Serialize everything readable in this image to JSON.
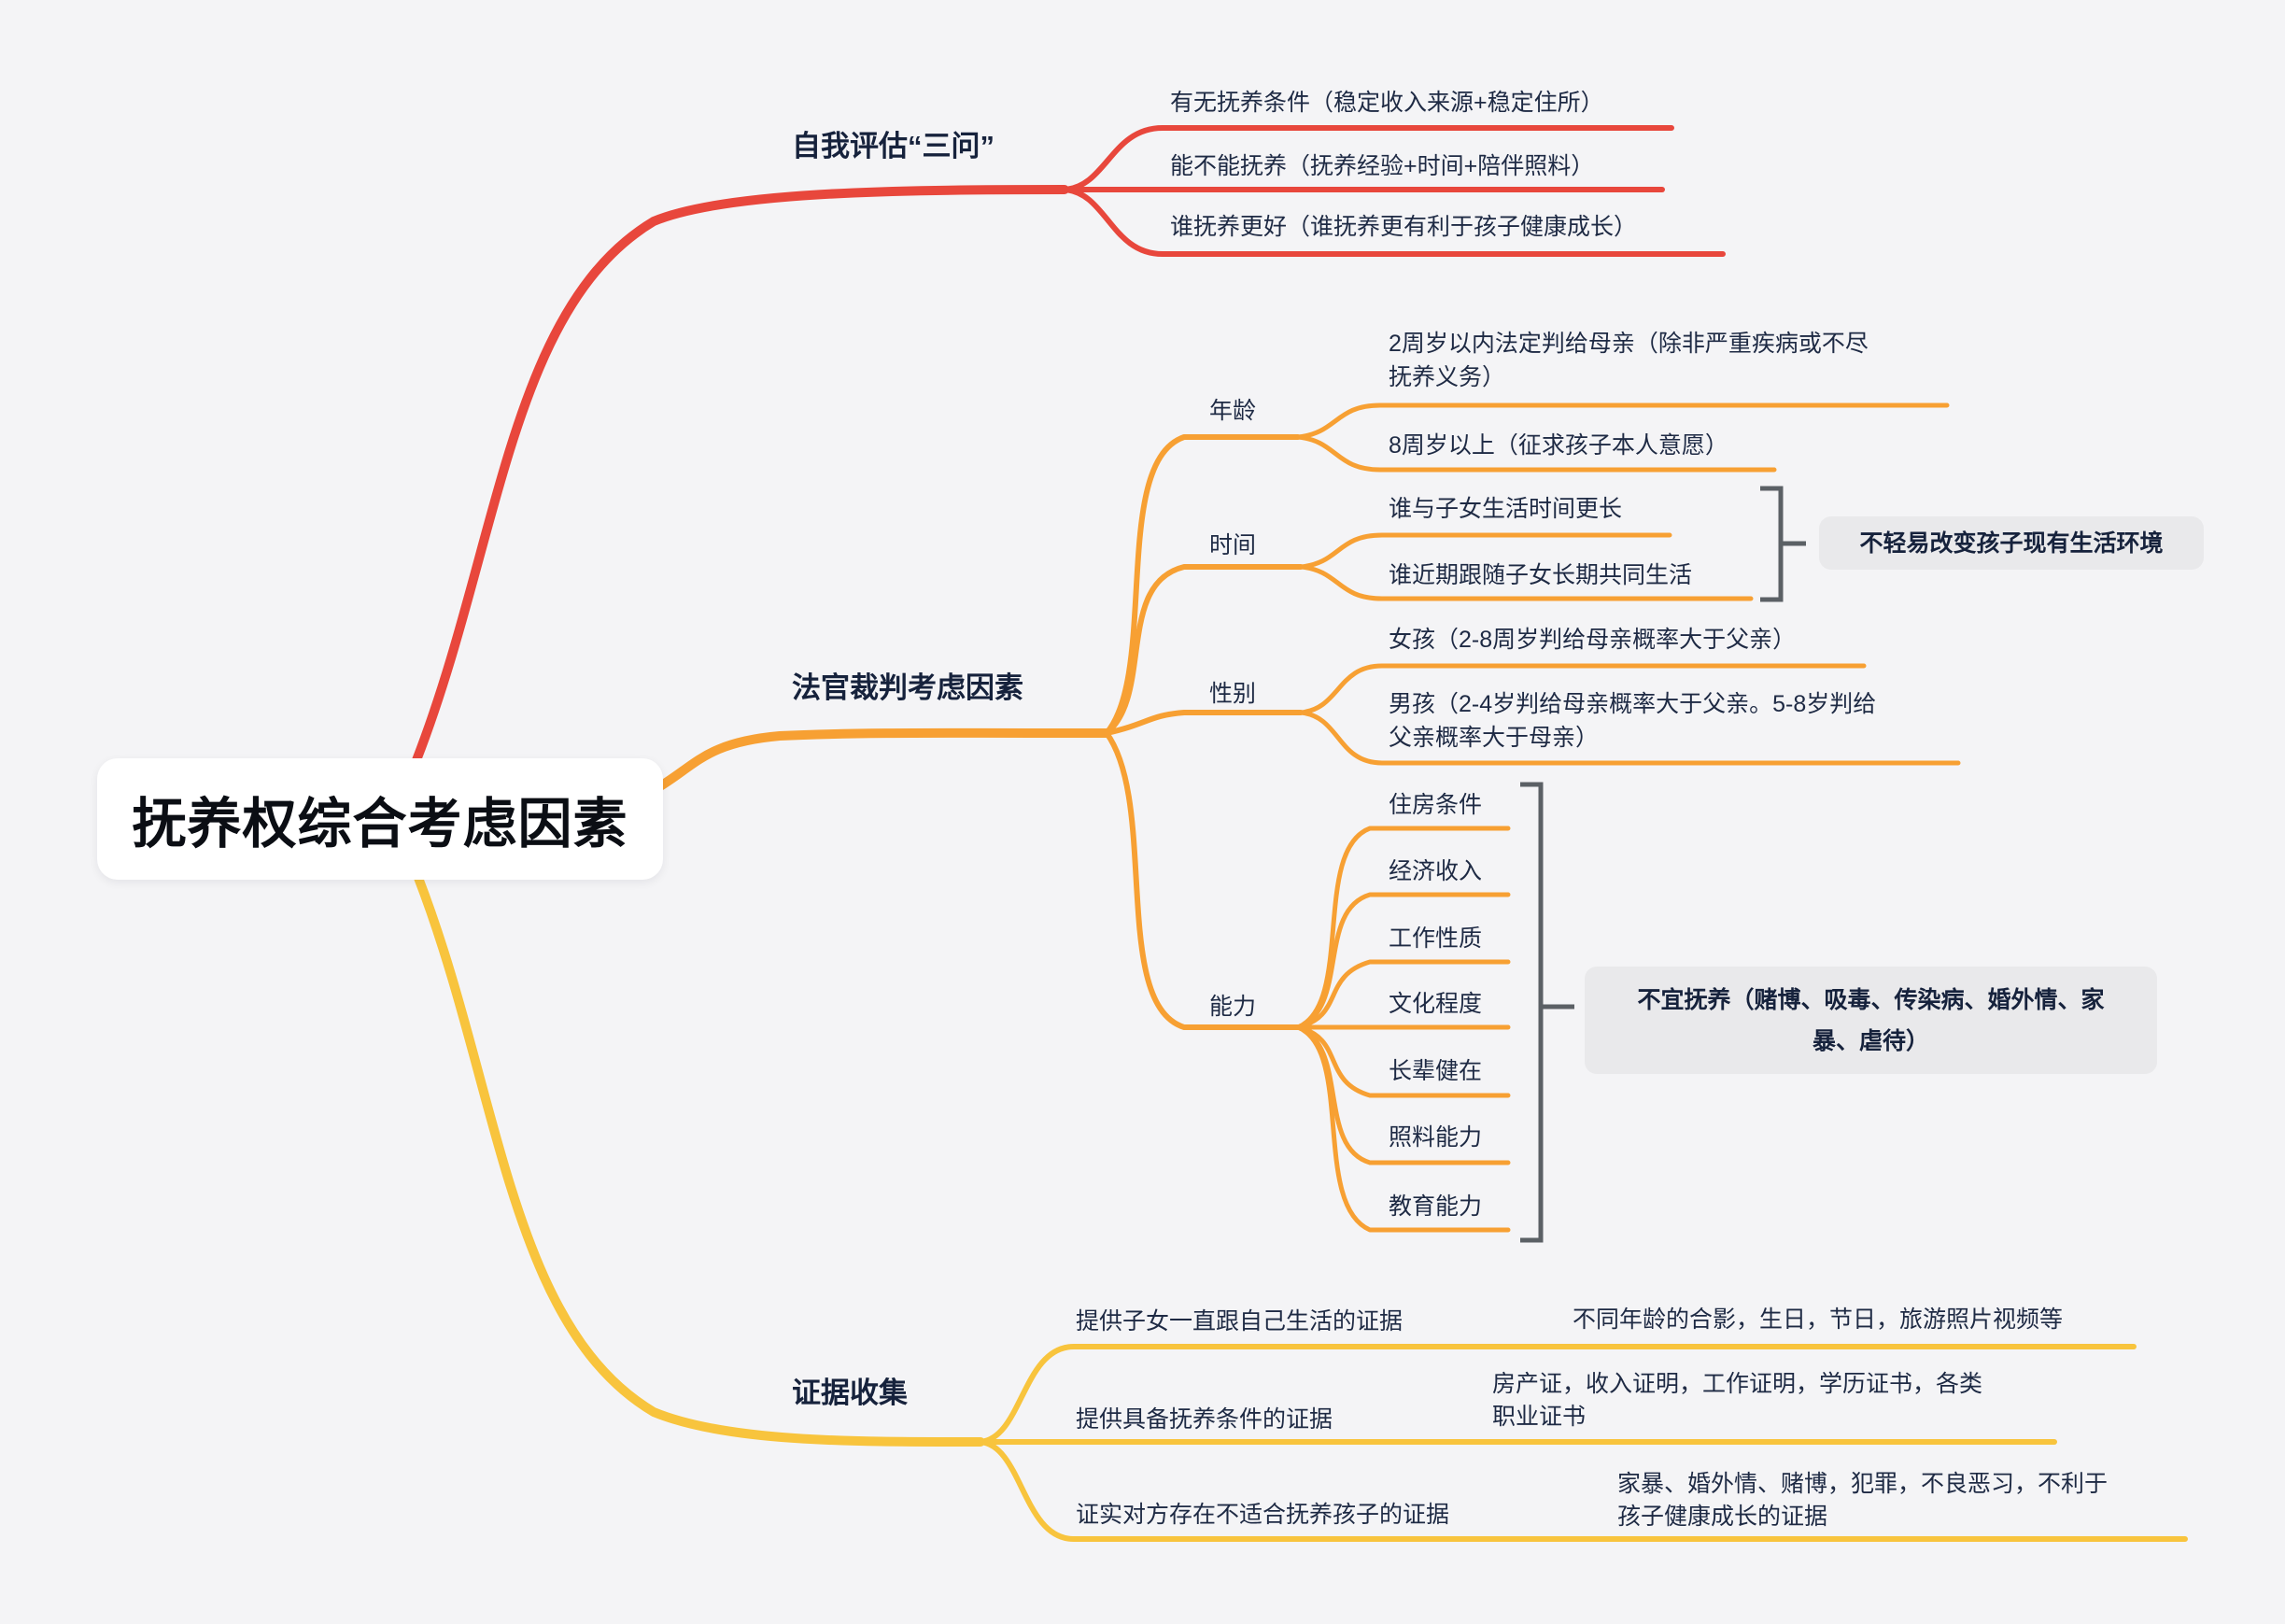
{
  "root": {
    "label": "抚养权综合考虑因素"
  },
  "branches": {
    "self_assessment": {
      "label": "自我评估“三问”",
      "children": [
        "有无抚养条件（稳定收入来源+稳定住所）",
        "能不能抚养（抚养经验+时间+陪伴照料）",
        "谁抚养更好（谁抚养更有利于孩子健康成长）"
      ]
    },
    "judge_factors": {
      "label": "法官裁判考虑因素",
      "age": {
        "label": "年龄",
        "children": [
          "2周岁以内法定判给母亲（除非严重疾病或不尽抚养义务）",
          "8周岁以上（征求孩子本人意愿）"
        ]
      },
      "time": {
        "label": "时间",
        "children": [
          "谁与子女生活时间更长",
          "谁近期跟随子女长期共同生活"
        ],
        "summary": "不轻易改变孩子现有生活环境"
      },
      "gender": {
        "label": "性别",
        "children": [
          "女孩（2-8周岁判给母亲概率大于父亲）",
          "男孩（2-4岁判给母亲概率大于父亲。5-8岁判给父亲概率大于母亲）"
        ]
      },
      "ability": {
        "label": "能力",
        "children": [
          "住房条件",
          "经济收入",
          "工作性质",
          "文化程度",
          "长辈健在",
          "照料能力",
          "教育能力"
        ],
        "summary": "不宜抚养（赌博、吸毒、传染病、婚外情、家暴、虐待）"
      }
    },
    "evidence": {
      "label": "证据收集",
      "children": [
        {
          "label": "提供子女一直跟自己生活的证据",
          "detail": "不同年龄的合影，生日，节日，旅游照片视频等"
        },
        {
          "label": "提供具备抚养条件的证据",
          "detail": "房产证，收入证明，工作证明，学历证书，各类职业证书"
        },
        {
          "label": "证实对方存在不适合抚养孩子的证据",
          "detail": "家暴、婚外情、赌博，犯罪，不良恶习，不利于孩子健康成长的证据"
        }
      ]
    }
  },
  "colors": {
    "branch_red": "#e8473c",
    "branch_orange": "#f7a033",
    "branch_yellow": "#f8c43d",
    "bracket_gray": "#5b6065",
    "summary_bg": "#e9e9eb",
    "text_dark": "#1e2a44",
    "background": "#f4f4f6",
    "root_bg": "#ffffff"
  }
}
